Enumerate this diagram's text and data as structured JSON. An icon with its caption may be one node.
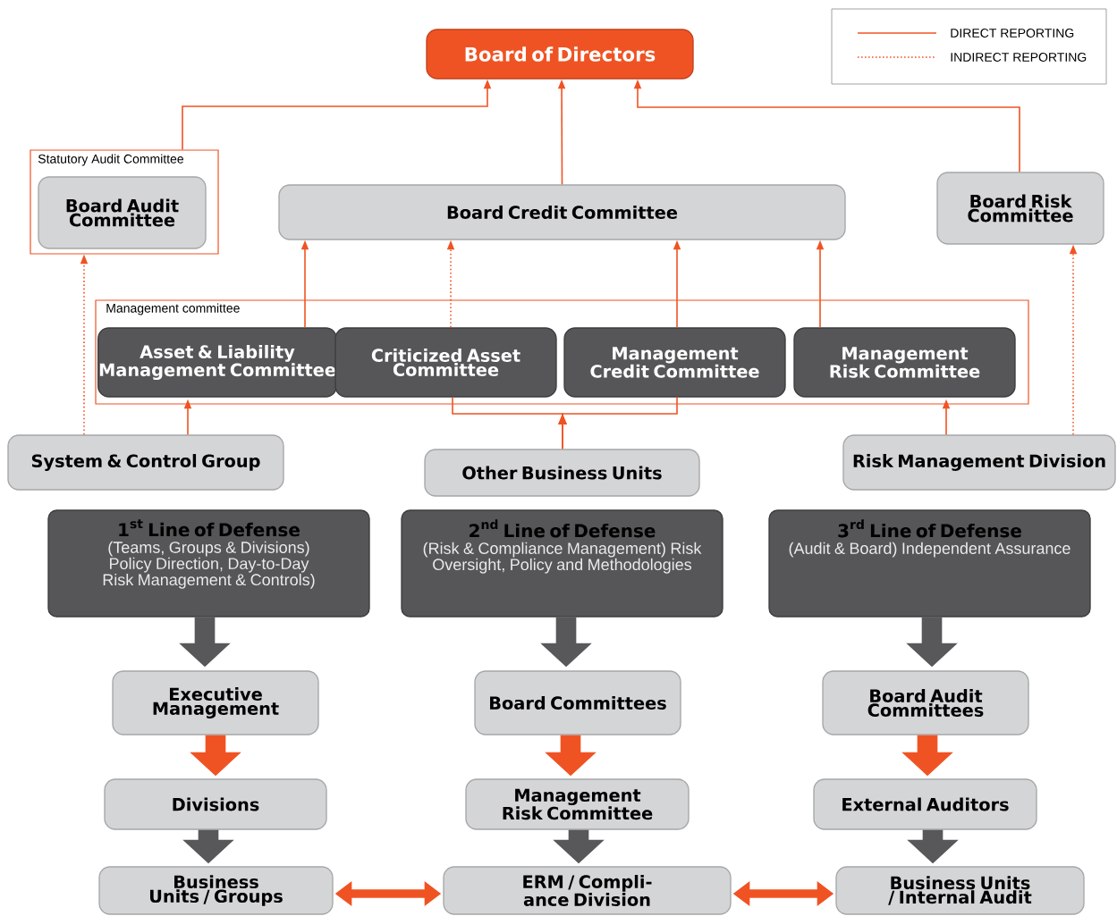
{
  "diagram": {
    "nodes": [
      {
        "text": [
          "Board of Directors"
        ]
      },
      {
        "text": [
          "Statutory Audit Committee"
        ]
      },
      {
        "text": [
          "Board Audit Committee"
        ],
        "in": 1
      },
      {
        "text": [
          "Board Credit Committee"
        ]
      },
      {
        "text": [
          "Board Risk Committee"
        ]
      },
      {
        "text": [
          "Management committee"
        ]
      },
      {
        "text": [
          "Asset & Liability Management Committee"
        ],
        "in": 5
      },
      {
        "text": [
          "Criticized Asset Committee"
        ],
        "in": 5
      },
      {
        "text": [
          "Management Credit Committee"
        ],
        "in": 5
      },
      {
        "text": [
          "Management Risk Committee"
        ],
        "in": 5
      },
      {
        "text": [
          "System & Control Group"
        ]
      },
      {
        "text": [
          "Other Business Units"
        ]
      },
      {
        "text": [
          "Risk Management Division"
        ]
      },
      {
        "text": [
          "\\text{1}^{\\text{st}}\\text{ Line of Defense}",
          "(Teams, Groups & Divisions) Policy Direction, Day-to-Day Risk Management & Controls)"
        ]
      },
      {
        "text": [
          "\\text{2}^{\\text{nd}}\\text{ Line of Defense}",
          "(Risk & Compliance Management) Risk Oversight, Policy and Methodologies"
        ]
      },
      {
        "text": [
          "\\text{3}^{\\text{rd}}\\text{ Line of Defense}",
          "(Audit & Board) Independent Assurance"
        ]
      },
      {
        "text": [
          "Executive Management"
        ]
      },
      {
        "text": [
          "Board Committees"
        ]
      },
      {
        "text": [
          "Board Audit Committees"
        ]
      },
      {
        "text": [
          "Divisions"
        ]
      },
      {
        "text": [
          "Management Risk Committee"
        ]
      },
      {
        "text": [
          "External Auditors"
        ]
      },
      {
        "text": [
          "Business Units / Groups"
        ]
      },
      {
        "text": [
          "ERM / Compli-ance Division"
        ]
      },
      {
        "text": [
          "Business Units / Internal Audit"
        ]
      }
    ],
    "edges": [
      {
        "from": 1,
        "to": 0,
        "arrow": "to"
      },
      {
        "from": 3,
        "to": 0,
        "arrow": "to"
      },
      {
        "from": 4,
        "to": 0,
        "arrow": "to"
      },
      {
        "from": 10,
        "to": 1,
        "arrow": "to",
        "style": "dashed"
      },
      {
        "from": 6,
        "to": 3,
        "arrow": "to"
      },
      {
        "from": 7,
        "to": 3,
        "arrow": "to",
        "style": "dashed"
      },
      {
        "from": 8,
        "to": 3,
        "arrow": "to"
      },
      {
        "from": 9,
        "to": 3,
        "arrow": "to"
      },
      {
        "from": 12,
        "to": 4,
        "arrow": "to",
        "style": "dashed"
      },
      {
        "from": 10,
        "to": 6,
        "arrow": "to"
      },
      {
        "from": 11,
        "to": 7,
        "arrow": "to"
      },
      {
        "from": 11,
        "to": 8,
        "arrow": "to"
      },
      {
        "from": 12,
        "to": 9,
        "arrow": "to"
      },
      {
        "from": 13,
        "to": 16,
        "arrow": "to",
        "style": "thick",
        "color": "#58585a"
      },
      {
        "from": 14,
        "to": 17,
        "arrow": "to",
        "style": "thick",
        "color": "#58585a"
      },
      {
        "from": 15,
        "to": 18,
        "arrow": "to",
        "style": "thick",
        "color": "#58585a"
      },
      {
        "from": 16,
        "to": 19,
        "arrow": "to",
        "style": "thick"
      },
      {
        "from": 17,
        "to": 20,
        "arrow": "to",
        "style": "thick"
      },
      {
        "from": 18,
        "to": 21,
        "arrow": "to",
        "style": "thick"
      },
      {
        "from": 19,
        "to": 22,
        "arrow": "to",
        "style": "thick",
        "color": "#58585a"
      },
      {
        "from": 20,
        "to": 23,
        "arrow": "to",
        "style": "thick",
        "color": "#58585a"
      },
      {
        "from": 21,
        "to": 24,
        "arrow": "to",
        "style": "thick",
        "color": "#58585a"
      },
      {
        "from": 22,
        "to": 23,
        "arrow": "both",
        "style": "thick"
      },
      {
        "from": 23,
        "to": 24,
        "arrow": "both",
        "style": "thick"
      }
    ],
    "legend": [
      {
        "text": "DIRECT REPORTING"
      },
      {
        "text": "INDIRECT REPORTING"
      }
    ]
  }
}
